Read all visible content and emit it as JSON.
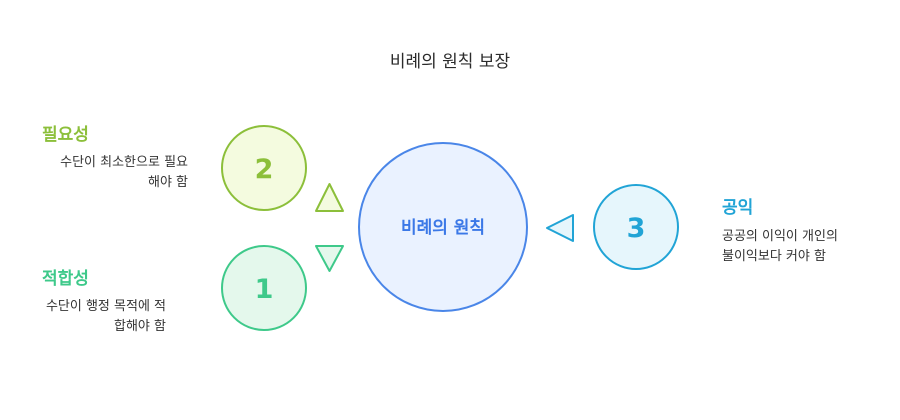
{
  "title": "비례의 원칙 보장",
  "center": {
    "label": "비례의 원칙"
  },
  "items": [
    {
      "number": "2",
      "heading": "필요성",
      "description": [
        "수단이 최소한으로 필요",
        "해야 함"
      ],
      "color": "#8cbf3a",
      "fill": "#f4fbdf"
    },
    {
      "number": "1",
      "heading": "적합성",
      "description": [
        "수단이 행정 목적에 적",
        "합해야 함"
      ],
      "color": "#3ec98a",
      "fill": "#e4f8ec"
    },
    {
      "number": "3",
      "heading": "공익",
      "description": [
        "공공의 이익이 개인의",
        "불이익보다 커야 함"
      ],
      "color": "#21a4d6",
      "fill": "#e6f6fc"
    }
  ],
  "colors": {
    "center_stroke": "#4a86e8",
    "center_fill": "#eaf2ff",
    "center_text": "#3b78e7"
  }
}
